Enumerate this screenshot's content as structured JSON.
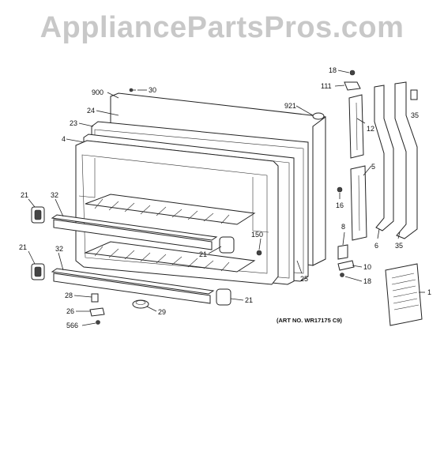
{
  "watermark": "AppliancePartsPros.com",
  "art_number": "(ART NO. WR17175 C9)",
  "callouts": {
    "c900": "900",
    "c30": "30",
    "c24": "24",
    "c23": "23",
    "c4": "4",
    "c921": "921",
    "c18a": "18",
    "c111": "111",
    "c12": "12",
    "c35a": "35",
    "c5": "5",
    "c16": "16",
    "c8": "8",
    "c6": "6",
    "c35b": "35",
    "c21a": "21",
    "c32a": "32",
    "c21b": "21",
    "c32b": "32",
    "c21c": "21",
    "c150": "150",
    "c25": "25",
    "c10": "10",
    "c18b": "18",
    "c1": "1",
    "c28": "28",
    "c26": "26",
    "c566": "566",
    "c29": "29",
    "c21d": "21"
  }
}
